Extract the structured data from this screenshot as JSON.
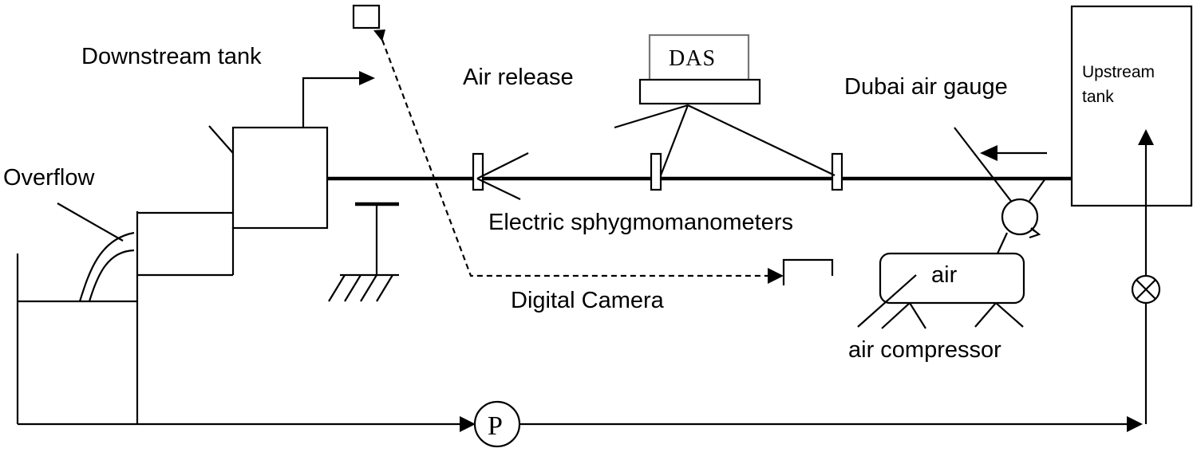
{
  "labels": {
    "downstream_tank": "Downstream tank",
    "overflow": "Overflow",
    "air_release": "Air release",
    "das": "DAS",
    "dubai_air_gauge": "Dubai air gauge",
    "upstream_tank_line1": "Upstream",
    "upstream_tank_line2": "tank",
    "electric_sphygmomanometers": "Electric sphygmomanometers",
    "digital_camera": "Digital Camera",
    "air": "air",
    "air_compressor": "air compressor",
    "pump": "P"
  }
}
